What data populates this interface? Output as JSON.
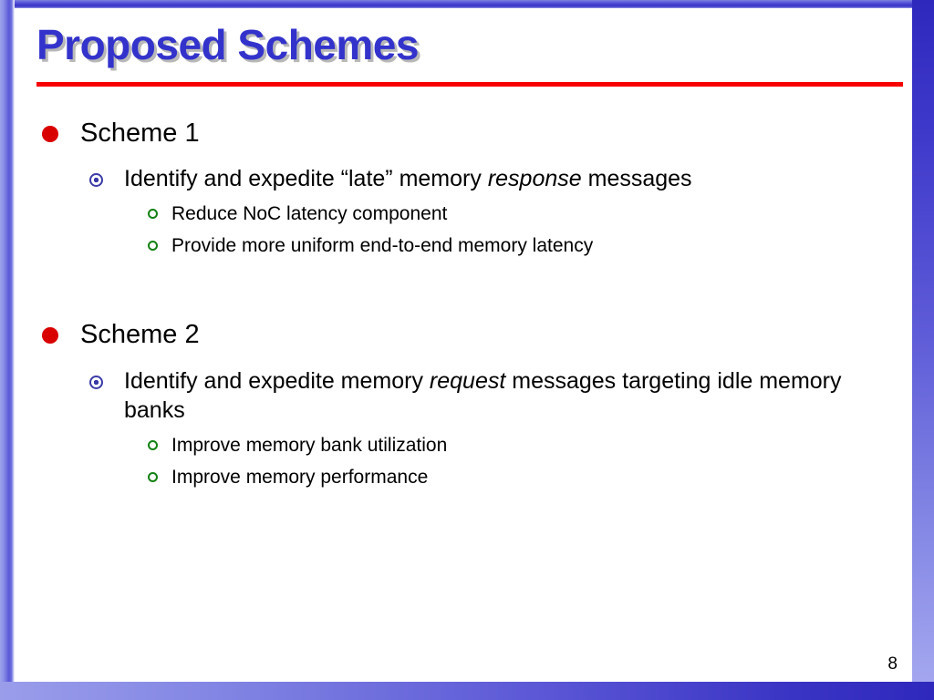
{
  "slide": {
    "title": "Proposed Schemes",
    "number": "8",
    "accent_rule_color": "#f80000",
    "title_color": "#3333cc",
    "frame_color": "#3a34c4",
    "bullet_colors": {
      "level1": "#d90000",
      "level2": "#3b3ba8",
      "level3": "#128012"
    }
  },
  "content": {
    "sections": [
      {
        "heading": "Scheme 1",
        "detail": {
          "pre": "Identify and expedite “late” memory ",
          "emphasis": "response",
          "post": " messages"
        },
        "points": [
          "Reduce NoC latency component",
          "Provide more uniform end-to-end memory latency"
        ]
      },
      {
        "heading": "Scheme 2",
        "detail": {
          "pre": "Identify and expedite memory ",
          "emphasis": "request",
          "post": " messages targeting idle memory banks"
        },
        "points": [
          "Improve memory bank utilization",
          "Improve memory performance"
        ]
      }
    ]
  }
}
